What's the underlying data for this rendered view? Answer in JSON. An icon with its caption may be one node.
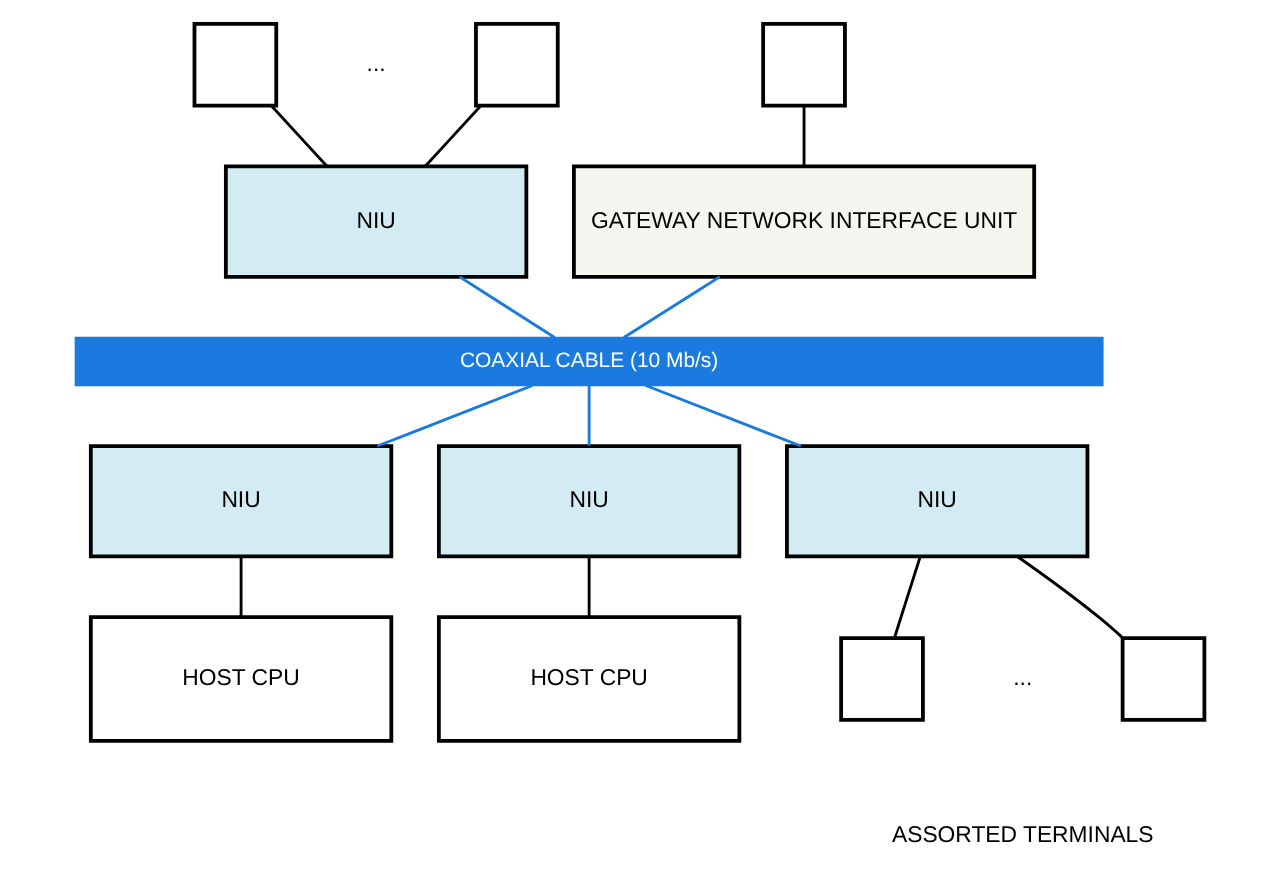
{
  "diagram": {
    "nodes": [
      {
        "text": [],
        "shape": "box"
      },
      {
        "text": [],
        "shape": "box"
      },
      {
        "text": [],
        "shape": "box"
      },
      {
        "text": [
          "NIU"
        ]
      },
      {
        "text": [
          "GATEWAY NETWORK INTERFACE UNIT"
        ]
      },
      {
        "text": [
          "COAXIAL CABLE (10 Mb/s)"
        ]
      },
      {
        "text": [
          "NIU"
        ]
      },
      {
        "text": [
          "NIU"
        ]
      },
      {
        "text": [
          "NIU"
        ]
      },
      {
        "text": [
          "HOST CPU"
        ]
      },
      {
        "text": [
          "HOST CPU"
        ]
      },
      {
        "text": [],
        "shape": "box"
      },
      {
        "text": [],
        "shape": "box"
      }
    ],
    "edges": [
      {
        "from": 0,
        "to": 3,
        "arrow": "none"
      },
      {
        "from": 1,
        "to": 3,
        "arrow": "none"
      },
      {
        "from": 2,
        "to": 4,
        "arrow": "none"
      },
      {
        "from": 3,
        "to": 5,
        "arrow": "none",
        "color": "#1a7ae0"
      },
      {
        "from": 4,
        "to": 5,
        "arrow": "none",
        "color": "#1a7ae0"
      },
      {
        "from": 5,
        "to": 6,
        "arrow": "none",
        "color": "#1a7ae0"
      },
      {
        "from": 5,
        "to": 7,
        "arrow": "none",
        "color": "#1a7ae0"
      },
      {
        "from": 5,
        "to": 8,
        "arrow": "none",
        "color": "#1a7ae0"
      },
      {
        "from": 6,
        "to": 9,
        "arrow": "none"
      },
      {
        "from": 7,
        "to": 10,
        "arrow": "none"
      },
      {
        "from": 8,
        "to": 11,
        "arrow": "none"
      },
      {
        "from": 8,
        "to": 12,
        "arrow": "none"
      }
    ],
    "labels": [
      "...",
      "...",
      "ASSORTED TERMINALS"
    ]
  }
}
